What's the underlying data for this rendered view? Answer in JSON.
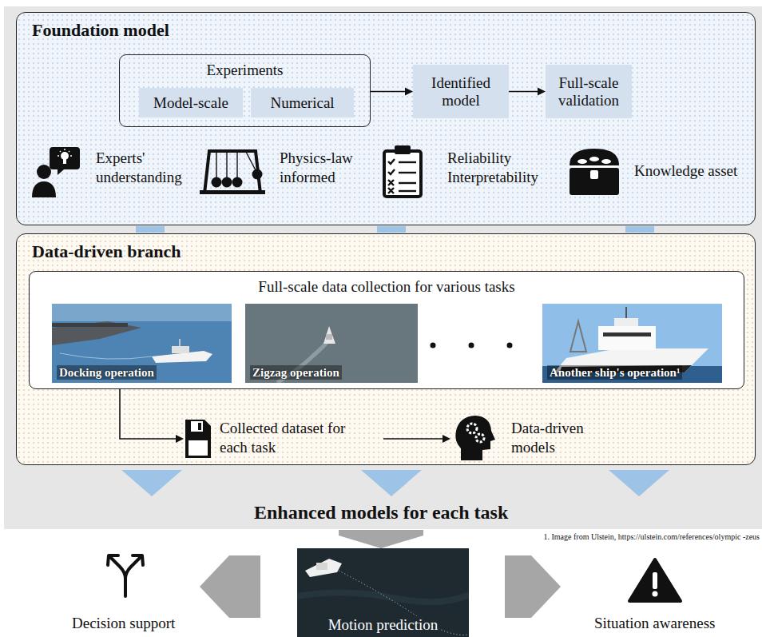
{
  "diagram": {
    "nodes": [
      {
        "text": [
          "Foundation model"
        ]
      },
      {
        "text": [
          "Experiments"
        ],
        "in": 0
      },
      {
        "text": [
          "Model-scale"
        ],
        "in": 1
      },
      {
        "text": [
          "Numerical"
        ],
        "in": 1
      },
      {
        "text": [
          "Identified model"
        ],
        "in": 0
      },
      {
        "text": [
          "Full-scale validation"
        ],
        "in": 0
      },
      {
        "text": [
          "Data-driven branch"
        ]
      },
      {
        "text": [
          "Full-scale data collection for various tasks"
        ],
        "in": 6
      },
      {
        "text": [
          "Docking operation"
        ],
        "in": 7
      },
      {
        "text": [
          "Zigzag operation"
        ],
        "in": 7
      },
      {
        "text": [
          "Another ship's operation¹"
        ],
        "in": 7
      },
      {
        "text": [
          "Motion prediction"
        ]
      }
    ],
    "edges": [
      {
        "from": 1,
        "to": 4,
        "arrow": "to"
      },
      {
        "from": 4,
        "to": 5,
        "arrow": "to"
      }
    ],
    "labels": [
      "Experts' understanding",
      "Physics-law informed",
      "Reliability Interpretability",
      "Knowledge asset",
      "Collected dataset for each task",
      "Data-driven models",
      "Enhanced models for each task",
      "1. Image from Ulstein, https://ulstein.com/references/olympic -zeus",
      "Decision support",
      "Situation awareness"
    ]
  }
}
